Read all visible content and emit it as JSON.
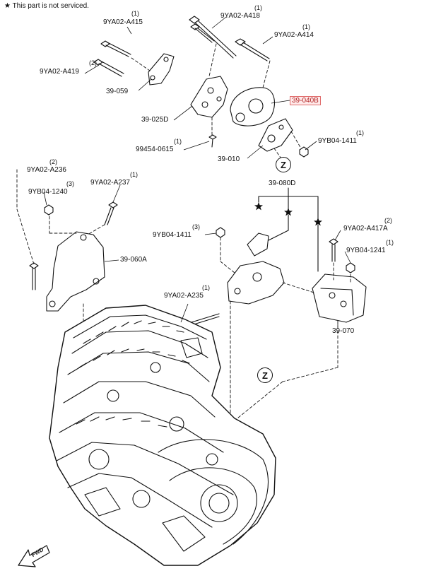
{
  "note": {
    "symbol": "★",
    "text": "This part is not serviced."
  },
  "highlight_color": "#e06b6b",
  "labels": {
    "a415": "9YA02-A415",
    "a415_qty": "(1)",
    "a418": "9YA02-A418",
    "a418_qty": "(1)",
    "a414": "9YA02-A414",
    "a414_qty": "(1)",
    "a419": "9YA02-A419",
    "a419_qty": "(2)",
    "p059": "39-059",
    "p040b": "39-040B",
    "p025d": "39-025D",
    "b1411_top": "9YB04-1411",
    "b1411_top_qty": "(1)",
    "p99454": "99454-0615",
    "p99454_qty": "(1)",
    "p010": "39-010",
    "a236": "9YA02-A236",
    "a236_qty": "(2)",
    "b1240": "9YB04-1240",
    "b1240_qty": "(3)",
    "a237": "9YA02-A237",
    "a237_qty": "(1)",
    "p080d": "39-080D",
    "b1411_mid": "9YB04-1411",
    "b1411_mid_qty": "(3)",
    "a417a": "9YA02-A417A",
    "a417a_qty": "(2)",
    "p060a": "39-060A",
    "b1241": "9YB04-1241",
    "b1241_qty": "(1)",
    "a235": "9YA02-A235",
    "a235_qty": "(1)",
    "p070": "39-070",
    "z_top": "Z",
    "z_bottom": "Z",
    "fwd": "FWD"
  }
}
